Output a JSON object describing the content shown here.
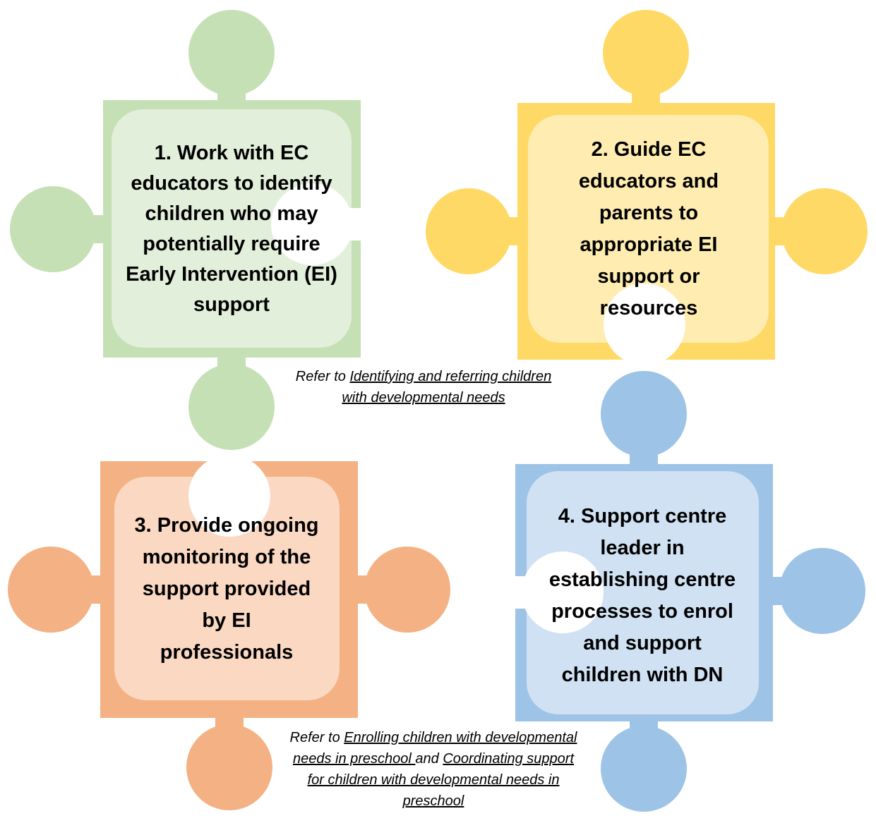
{
  "pieces": [
    {
      "text": "1. Work with EC educators to identify children who may potentially require Early Intervention (EI) support",
      "color": "#c5e0b4",
      "inner": "#e2efda"
    },
    {
      "text": "2. Guide EC educators and parents to appropriate EI support or resources",
      "color": "#ffd966",
      "inner": "#ffecb0"
    },
    {
      "text": "3. Provide ongoing monitoring of the support provided by EI professionals",
      "color": "#f4b183",
      "inner": "#fad8c2"
    },
    {
      "text": "4. Support centre leader in establishing centre processes to enrol and support children with DN",
      "color": "#9dc3e6",
      "inner": "#cfe1f3"
    }
  ],
  "captions": {
    "top": {
      "prefix": "Refer to ",
      "link": "Identifying and referring children with developmental needs"
    },
    "bottom": {
      "prefix": "Refer to ",
      "link1": "Enrolling children with developmental needs in preschool ",
      "mid": "and ",
      "link2": "Coordinating support for children with developmental needs in preschool"
    }
  }
}
